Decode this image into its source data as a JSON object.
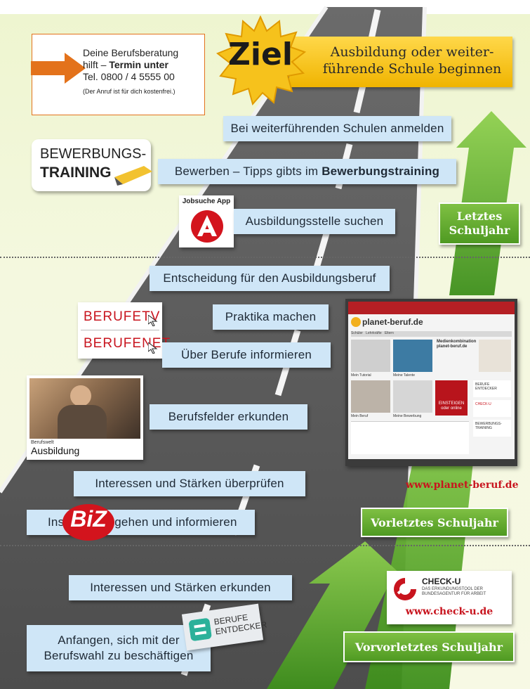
{
  "goal": {
    "badge": "Ziel",
    "line1": "Ausbildung oder weiter-",
    "line2": "führende Schule beginnen"
  },
  "advice": {
    "line1": "Deine Berufsberatung",
    "line2_plain": "hilft – ",
    "line2_bold": "Termin unter",
    "line3": "Tel. 0800 / 4 5555 00",
    "note": "(Der Anruf ist für dich kostenfrei.)"
  },
  "training_logo": {
    "line1": "BEWERBUNGS-",
    "line2": "TRAINING"
  },
  "jobsuche": {
    "title": "Jobsuche App"
  },
  "steps": {
    "schulen": "Bei weiterführenden Schulen anmelden",
    "bewerben_plain": "Bewerben – Tipps gibts im ",
    "bewerben_bold": "Bewerbungstraining",
    "ausbildungsstelle": "Ausbildungsstelle suchen",
    "entscheidung": "Entscheidung für den Ausbildungsberuf",
    "praktika": "Praktika machen",
    "berufe_info": "Über Berufe informieren",
    "berufsfelder": "Berufsfelder erkunden",
    "interessen_pruefen": "Interessen und Stärken überprüfen",
    "biz_pre": "Ins",
    "biz_post": "gehen und informieren",
    "interessen_erkunden": "Interessen und Stärken erkunden",
    "anfangen_1": "Anfangen, sich mit der",
    "anfangen_2": "Berufswahl zu beschäftigen"
  },
  "berufe_logos": {
    "tv": "BERUFETV",
    "net": "BERUFENET"
  },
  "video": {
    "small": "Berufswelt",
    "title": "Ausbildung"
  },
  "biz": "BiZ",
  "entdecker": {
    "line1": "BERUFE",
    "line2": "ENTDECKER"
  },
  "years": {
    "letztes_1": "Letztes",
    "letztes_2": "Schuljahr",
    "vorletztes": "Vorletztes Schuljahr",
    "vorvorletztes": "Vorvorletztes Schuljahr"
  },
  "planet": {
    "site": "planet-beruf.de",
    "url": "www.planet-beruf.de",
    "promo": "Medienkombination planet-beruf.de",
    "tiles": [
      "Mein Tutorial",
      "Meine Talente",
      "Mein Beruf",
      "Meine Bewerbung"
    ],
    "nav": [
      "Schüler",
      "Lehrkräfte",
      "Eltern"
    ],
    "side": [
      "BERUFE ENTDECKER",
      "CHECK-U",
      "BEWERBUNGS- TRAINING"
    ],
    "einsteigen": "EINSTEIGEN oder online"
  },
  "checku": {
    "title": "CHECK-U",
    "sub1": "DAS ERKUNDUNGSTOOL DER",
    "sub2": "BUNDESAGENTUR FÜR ARBEIT",
    "url": "www.check-u.de"
  },
  "colors": {
    "road": "#5a5a5a",
    "label_bg": "#cfe6f7",
    "green": "#5aa52a",
    "gold": "#f6c21c",
    "red": "#c8141e",
    "orange": "#e3721b"
  }
}
